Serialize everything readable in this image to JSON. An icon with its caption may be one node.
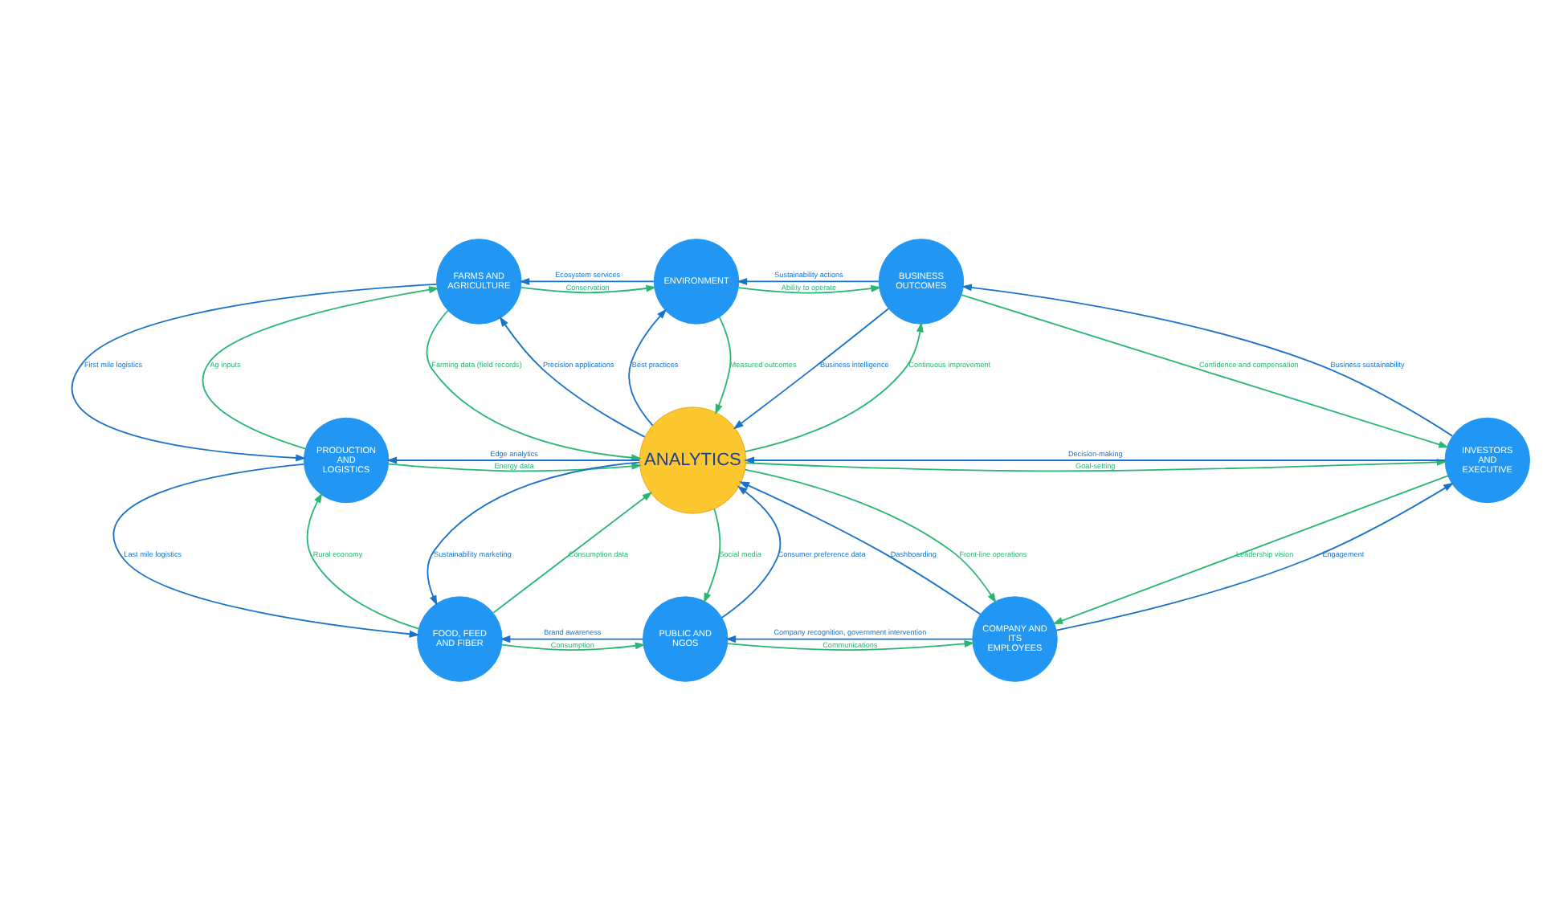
{
  "diagram": {
    "nodes": [
      {
        "text": [
          "FARMS AND AGRICULTURE"
        ]
      },
      {
        "text": [
          "ENVIRONMENT"
        ]
      },
      {
        "text": [
          "BUSINESS OUTCOMES"
        ]
      },
      {
        "text": [
          "PRODUCTION AND LOGISTICS"
        ]
      },
      {
        "text": [
          "ANALYTICS"
        ]
      },
      {
        "text": [
          "INVESTORS AND EXECUTIVE"
        ]
      },
      {
        "text": [
          "FOOD, FEED AND FIBER"
        ]
      },
      {
        "text": [
          "PUBLIC AND NGOS"
        ]
      },
      {
        "text": [
          "COMPANY AND ITS EMPLOYEES"
        ]
      }
    ],
    "edges": [
      {
        "from": 1,
        "to": 0,
        "arrow": "to",
        "label": "Ecosystem services",
        "color": "#1a73c8"
      },
      {
        "from": 0,
        "to": 1,
        "arrow": "to",
        "label": "Conservation",
        "color": "#2ab673"
      },
      {
        "from": 2,
        "to": 1,
        "arrow": "to",
        "label": "Sustainability actions",
        "color": "#1a73c8"
      },
      {
        "from": 1,
        "to": 2,
        "arrow": "to",
        "label": "Ability to operate",
        "color": "#2ab673"
      },
      {
        "from": 4,
        "to": 0,
        "arrow": "to",
        "label": "Precision applications",
        "color": "#1a73c8"
      },
      {
        "from": 0,
        "to": 4,
        "arrow": "to",
        "label": "Farming data (field records)",
        "color": "#2ab673"
      },
      {
        "from": 0,
        "to": 3,
        "arrow": "to",
        "label": "First mile logistics",
        "color": "#1a73c8"
      },
      {
        "from": 3,
        "to": 0,
        "arrow": "to",
        "label": "Ag inputs",
        "color": "#2ab673"
      },
      {
        "from": 1,
        "to": 4,
        "arrow": "to",
        "label": "Measured outcomes",
        "color": "#2ab673"
      },
      {
        "from": 4,
        "to": 1,
        "arrow": "to",
        "label": "Best practices",
        "color": "#1a73c8"
      },
      {
        "from": 2,
        "to": 4,
        "arrow": "to",
        "label": "Business intelligence",
        "color": "#1a73c8"
      },
      {
        "from": 4,
        "to": 2,
        "arrow": "to",
        "label": "Continuous improvement",
        "color": "#2ab673"
      },
      {
        "from": 2,
        "to": 5,
        "arrow": "to",
        "label": "Confidence and compensation",
        "color": "#2ab673"
      },
      {
        "from": 5,
        "to": 2,
        "arrow": "to",
        "label": "Business sustainability",
        "color": "#1a73c8"
      },
      {
        "from": 4,
        "to": 3,
        "arrow": "to",
        "label": "Edge analytics",
        "color": "#1a73c8"
      },
      {
        "from": 3,
        "to": 4,
        "arrow": "to",
        "label": "Energy data",
        "color": "#2ab673"
      },
      {
        "from": 5,
        "to": 4,
        "arrow": "to",
        "label": "Decision-making",
        "color": "#1a73c8"
      },
      {
        "from": 4,
        "to": 5,
        "arrow": "to",
        "label": "Goal-setting",
        "color": "#2ab673"
      },
      {
        "from": 3,
        "to": 6,
        "arrow": "to",
        "label": "Last mile logistics",
        "color": "#1a73c8"
      },
      {
        "from": 6,
        "to": 3,
        "arrow": "to",
        "label": "Rural economy",
        "color": "#2ab673"
      },
      {
        "from": 4,
        "to": 6,
        "arrow": "to",
        "label": "Sustainability marketing",
        "color": "#1a73c8"
      },
      {
        "from": 6,
        "to": 4,
        "arrow": "to",
        "label": "Consumption data",
        "color": "#2ab673"
      },
      {
        "from": 4,
        "to": 7,
        "arrow": "to",
        "label": "Social media",
        "color": "#2ab673"
      },
      {
        "from": 7,
        "to": 4,
        "arrow": "to",
        "label": "Consumer preference data",
        "color": "#1a73c8"
      },
      {
        "from": 8,
        "to": 4,
        "arrow": "to",
        "label": "Dashboarding",
        "color": "#1a73c8"
      },
      {
        "from": 4,
        "to": 8,
        "arrow": "to",
        "label": "Front-line operations",
        "color": "#2ab673"
      },
      {
        "from": 5,
        "to": 8,
        "arrow": "to",
        "label": "Leadership vision",
        "color": "#2ab673"
      },
      {
        "from": 8,
        "to": 5,
        "arrow": "to",
        "label": "Engagement",
        "color": "#1a73c8"
      },
      {
        "from": 7,
        "to": 6,
        "arrow": "to",
        "label": "Brand awareness",
        "color": "#1a73c8"
      },
      {
        "from": 6,
        "to": 7,
        "arrow": "to",
        "label": "Consumption",
        "color": "#2ab673"
      },
      {
        "from": 8,
        "to": 7,
        "arrow": "to",
        "label": "Company recognition, government intervention",
        "color": "#1a73c8"
      },
      {
        "from": 7,
        "to": 8,
        "arrow": "to",
        "label": "Communications",
        "color": "#2ab673"
      }
    ]
  }
}
